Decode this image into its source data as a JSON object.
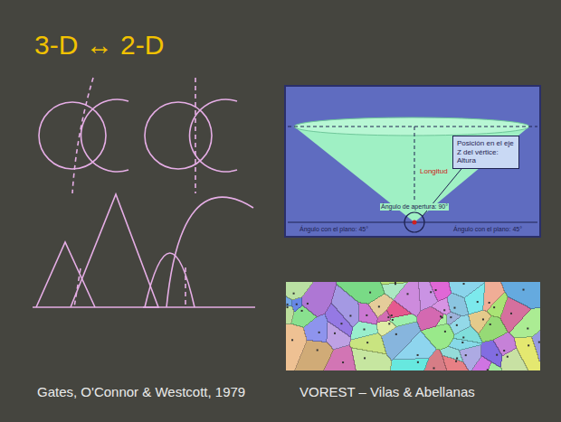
{
  "diagram": {
    "title": "3-D ↔ 2-D",
    "nodes": [
      {
        "text": [
          "Posición en el eje Z del vértice: Altura"
        ]
      }
    ],
    "labels": [
      "Longitud",
      "Ángulo de apertura: 90°",
      "Ángulo con el plano: 45°",
      "Ángulo con el plano: 45°",
      "Gates, O'Connor & Westcott, 1979",
      "VOREST – Vilas & Abellanas"
    ]
  }
}
